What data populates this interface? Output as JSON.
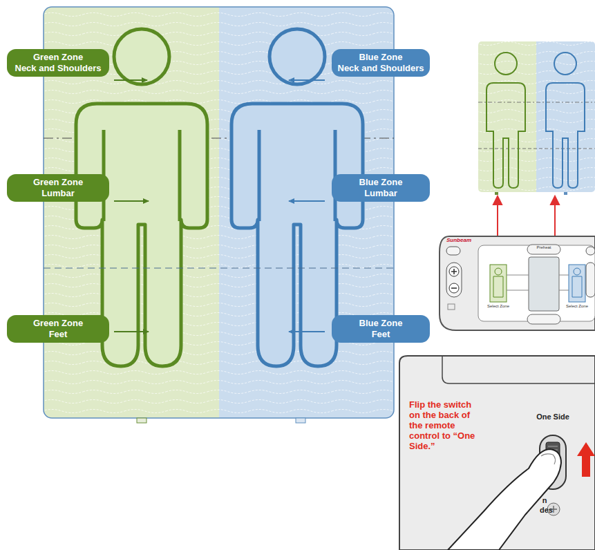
{
  "diagram": {
    "nodes": [
      {
        "text": [
          "Green Zone",
          "Neck and Shoulders"
        ]
      },
      {
        "text": [
          "Blue Zone",
          "Neck and Shoulders"
        ]
      },
      {
        "text": [
          "Green Zone",
          "Lumbar"
        ]
      },
      {
        "text": [
          "Blue Zone",
          "Lumbar"
        ]
      },
      {
        "text": [
          "Green Zone",
          "Feet"
        ]
      },
      {
        "text": [
          "Blue Zone",
          "Feet"
        ]
      }
    ],
    "labels": [
      "Sunbeam",
      "Preheat",
      "Select Zone",
      "Select Zone",
      "Flip the switch on the back of the remote control to “One Side.”",
      "One Side",
      "n",
      "des"
    ]
  }
}
